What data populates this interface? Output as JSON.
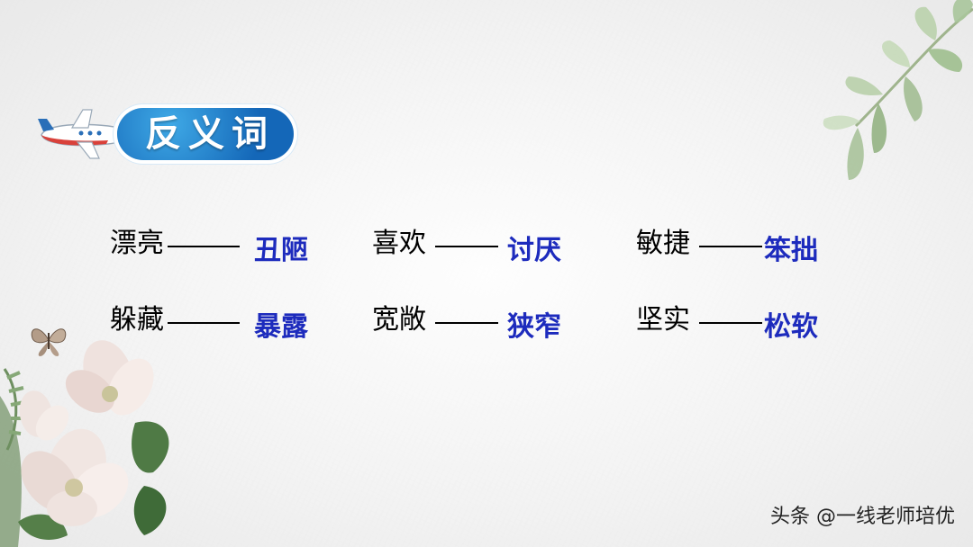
{
  "slide": {
    "title": "反义词",
    "pairs": [
      {
        "word": "漂亮",
        "dash": "——",
        "antonym": "丑陋"
      },
      {
        "word": "喜欢",
        "dash": "——",
        "antonym": "讨厌"
      },
      {
        "word": "敏捷",
        "dash": "——",
        "antonym": "笨拙"
      },
      {
        "word": "躲藏",
        "dash": "——",
        "antonym": "暴露"
      },
      {
        "word": "宽敞",
        "dash": "——",
        "antonym": "狭窄"
      },
      {
        "word": "坚实",
        "dash": "——",
        "antonym": "松软"
      }
    ],
    "watermark": "头条 @一线老师培优"
  },
  "colors": {
    "title_pill": "#1a73c4",
    "antonym_text": "#1d2bbd",
    "word_text": "#000000"
  },
  "icons": {
    "title_icon": "airplane-icon",
    "corner_decor": "leaf-branch-icon",
    "corner_flowers": "magnolia-flower-icon",
    "butterfly": "butterfly-icon"
  }
}
